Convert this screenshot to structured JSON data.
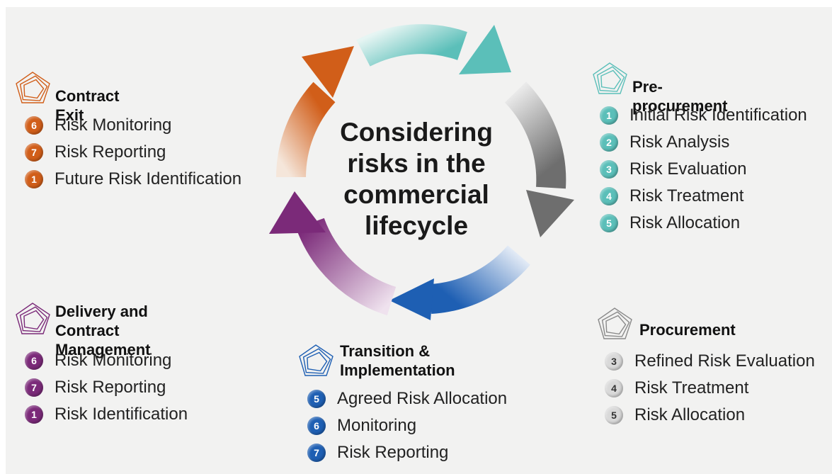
{
  "center": {
    "lines": [
      "Considering",
      "risks in the",
      "commercial",
      "lifecycle"
    ]
  },
  "colors": {
    "orange": "#d15e19",
    "teal": "#5bbfb9",
    "grey": "#8a8a8a",
    "blue": "#1e5fb3",
    "purple": "#7b2a79"
  },
  "groups": {
    "contract_exit": {
      "title": "Contract Exit",
      "items": [
        {
          "num": "6",
          "label": "Risk Monitoring"
        },
        {
          "num": "7",
          "label": "Risk Reporting"
        },
        {
          "num": "1",
          "label": "Future Risk Identification"
        }
      ]
    },
    "pre_procurement": {
      "title": "Pre-procurement",
      "items": [
        {
          "num": "1",
          "label": "Initial Risk Identification"
        },
        {
          "num": "2",
          "label": "Risk Analysis"
        },
        {
          "num": "3",
          "label": "Risk Evaluation"
        },
        {
          "num": "4",
          "label": "Risk Treatment"
        },
        {
          "num": "5",
          "label": "Risk Allocation"
        }
      ]
    },
    "delivery": {
      "title_line1": "Delivery and Contract",
      "title_line2": "Management",
      "items": [
        {
          "num": "6",
          "label": "Risk Monitoring"
        },
        {
          "num": "7",
          "label": "Risk Reporting"
        },
        {
          "num": "1",
          "label": "Risk Identification"
        }
      ]
    },
    "transition": {
      "title_line1": "Transition &",
      "title_line2": "Implementation",
      "items": [
        {
          "num": "5",
          "label": "Agreed Risk Allocation"
        },
        {
          "num": "6",
          "label": "Monitoring"
        },
        {
          "num": "7",
          "label": "Risk Reporting"
        }
      ]
    },
    "procurement": {
      "title": "Procurement",
      "items": [
        {
          "num": "3",
          "label": "Refined Risk Evaluation"
        },
        {
          "num": "4",
          "label": "Risk Treatment"
        },
        {
          "num": "5",
          "label": "Risk Allocation"
        }
      ]
    }
  }
}
